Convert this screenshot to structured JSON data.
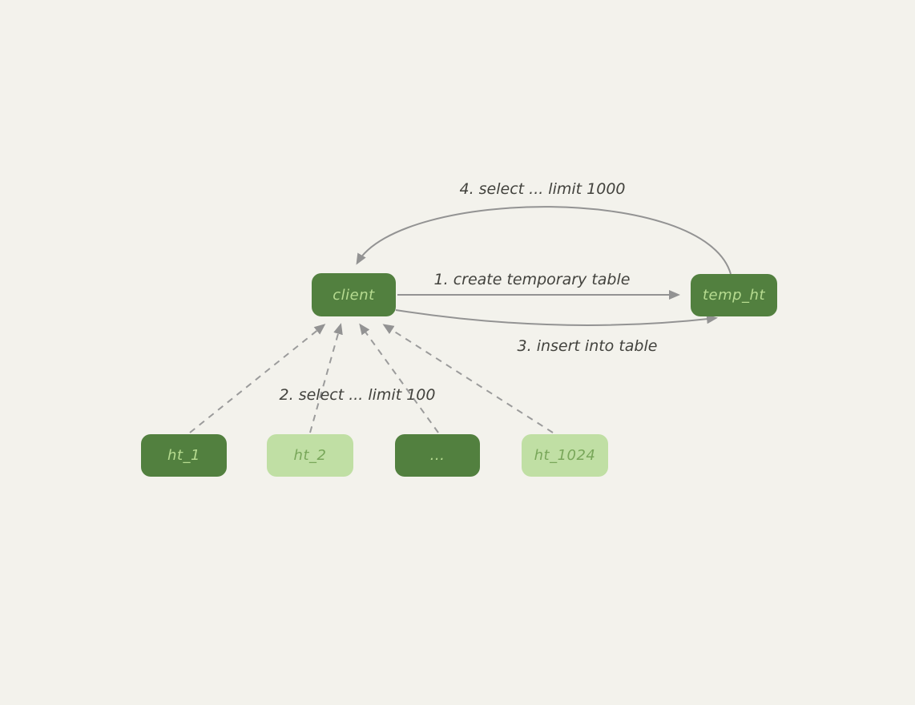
{
  "diagram": {
    "type": "flow-diagram",
    "background_color": "#f3f2ec",
    "nodes": [
      {
        "id": "client",
        "label": "client",
        "variant": "dark-green"
      },
      {
        "id": "temp_ht",
        "label": "temp_ht",
        "variant": "dark-green"
      },
      {
        "id": "ht_1",
        "label": "ht_1",
        "variant": "dark-green"
      },
      {
        "id": "ht_2",
        "label": "ht_2",
        "variant": "light-green"
      },
      {
        "id": "ht_dots",
        "label": "...",
        "variant": "dark-green"
      },
      {
        "id": "ht_1024",
        "label": "ht_1024",
        "variant": "light-green"
      }
    ],
    "edges": [
      {
        "order": 1,
        "label": "1. create temporary table",
        "from": "client",
        "to": "temp_ht",
        "style": "solid-straight"
      },
      {
        "order": 2,
        "label": "2. select ... limit 100",
        "from": "ht_1 / ht_2 / ... / ht_1024",
        "to": "client",
        "style": "dashed"
      },
      {
        "order": 3,
        "label": "3. insert into table",
        "from": "client",
        "to": "temp_ht",
        "style": "solid-curved"
      },
      {
        "order": 4,
        "label": "4. select ... limit 1000",
        "from": "temp_ht",
        "to": "client",
        "style": "solid-curved"
      }
    ],
    "colors": {
      "dark_green_fill": "#52803f",
      "dark_green_label": "#b6db90",
      "light_green_fill": "#c0dfa4",
      "light_green_label": "#79a75a",
      "arrow": "#939393",
      "edge_label_text": "#42423d"
    }
  }
}
